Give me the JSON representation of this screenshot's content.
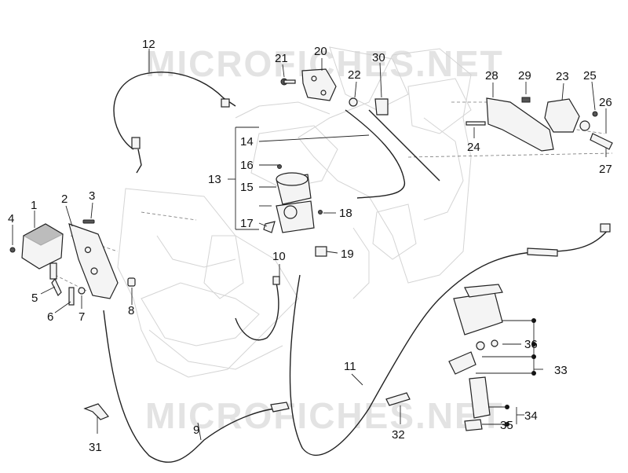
{
  "watermark": "MICROFICHES.NET",
  "callouts": {
    "c1": "1",
    "c2": "2",
    "c3": "3",
    "c4": "4",
    "c5": "5",
    "c6": "6",
    "c7": "7",
    "c8": "8",
    "c9": "9",
    "c10": "10",
    "c11": "11",
    "c12": "12",
    "c13": "13",
    "c14": "14",
    "c15": "15",
    "c16": "16",
    "c17": "17",
    "c18": "18",
    "c19": "19",
    "c20": "20",
    "c21": "21",
    "c22": "22",
    "c23": "23",
    "c24": "24",
    "c25": "25",
    "c26": "26",
    "c27": "27",
    "c28": "28",
    "c29": "29",
    "c30": "30",
    "c31": "31",
    "c32": "32",
    "c33": "33",
    "c34": "34",
    "c35": "35",
    "c36": "36"
  }
}
